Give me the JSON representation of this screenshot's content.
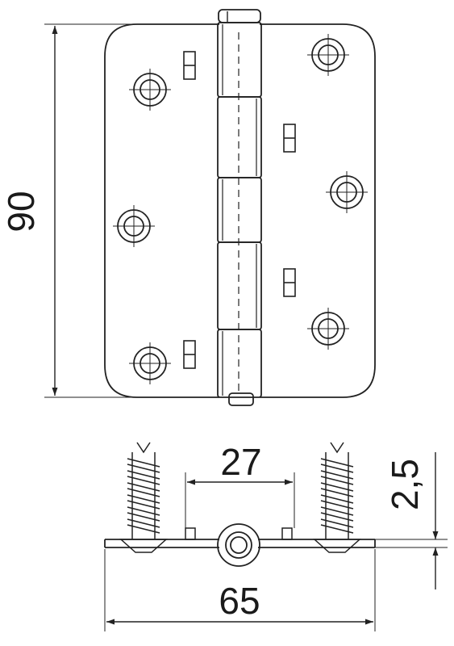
{
  "dimensions": {
    "height": "90",
    "hole_spacing": "27",
    "leaf_thickness": "2,5",
    "width": "65"
  },
  "colors": {
    "line": "#222222",
    "background": "#ffffff"
  }
}
